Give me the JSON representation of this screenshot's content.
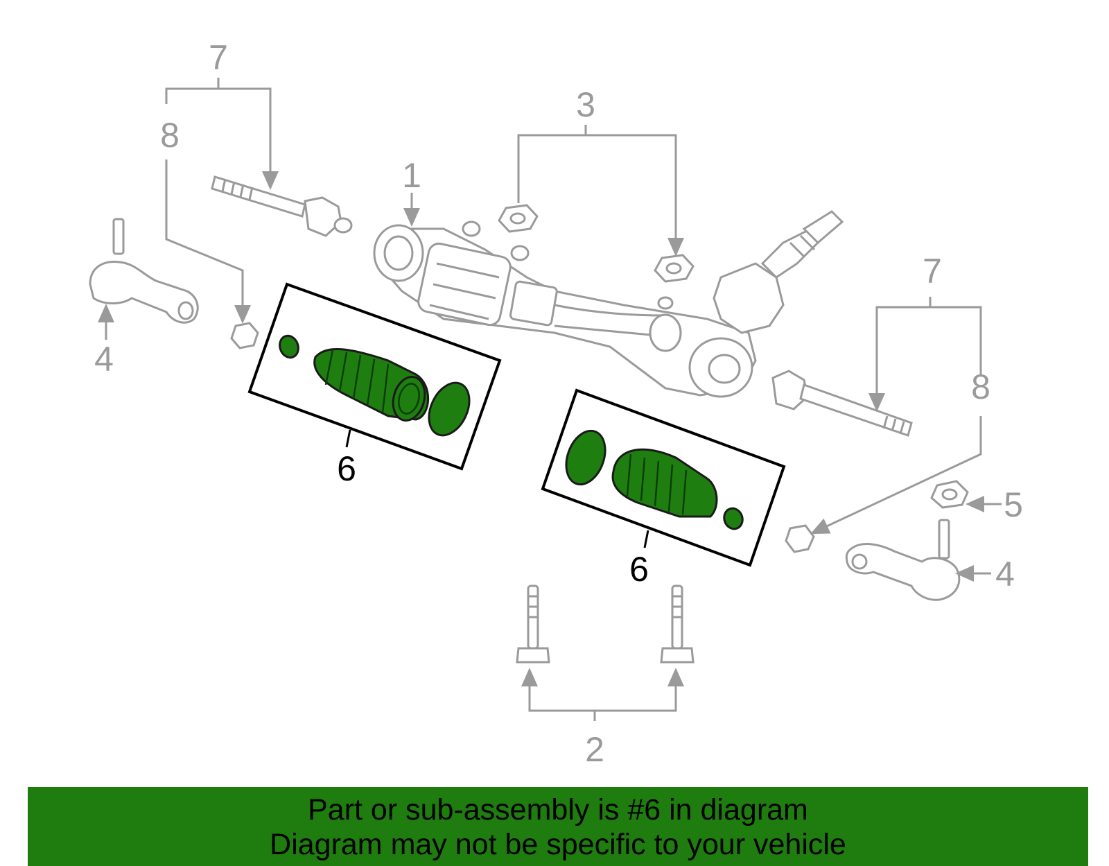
{
  "diagram": {
    "callouts": {
      "c1": "1",
      "c2": "2",
      "c3": "3",
      "c4_left": "4",
      "c4_right": "4",
      "c5": "5",
      "c6_left": "6",
      "c6_right": "6",
      "c7_left": "7",
      "c7_right": "7",
      "c8_left": "8",
      "c8_right": "8"
    },
    "highlighted_part": "6",
    "colors": {
      "highlight": "#1e7f10",
      "linework": "#9a9a9a",
      "banner": "#1e7d0e"
    }
  },
  "banner": {
    "line1": "Part or sub-assembly is #6 in diagram",
    "line2": "Diagram may not be specific to your vehicle"
  }
}
